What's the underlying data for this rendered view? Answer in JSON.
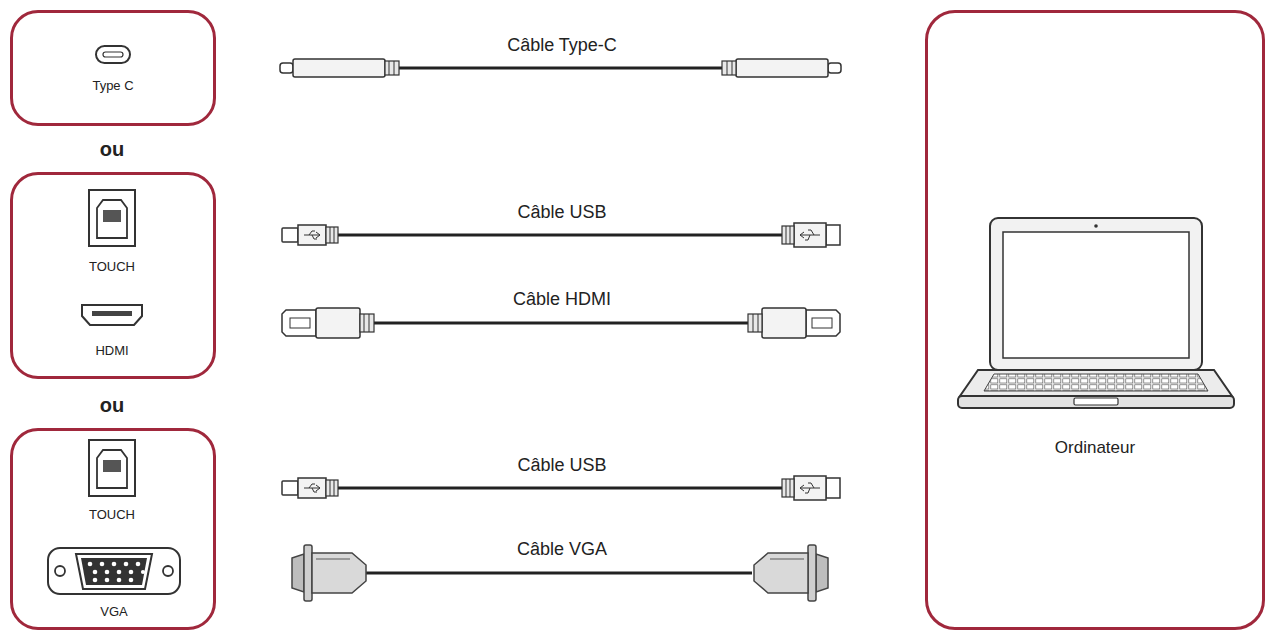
{
  "diagram": {
    "nodes": [
      {
        "text": [
          "Type C"
        ]
      },
      {
        "text": [
          "TOUCH",
          "HDMI"
        ]
      },
      {
        "text": [
          "TOUCH",
          "VGA"
        ]
      },
      {
        "text": [
          "Ordinateur"
        ]
      }
    ],
    "labels": [
      "ou",
      "ou",
      "Câble Type-C",
      "Câble USB",
      "Câble HDMI",
      "Câble USB",
      "Câble VGA"
    ]
  }
}
